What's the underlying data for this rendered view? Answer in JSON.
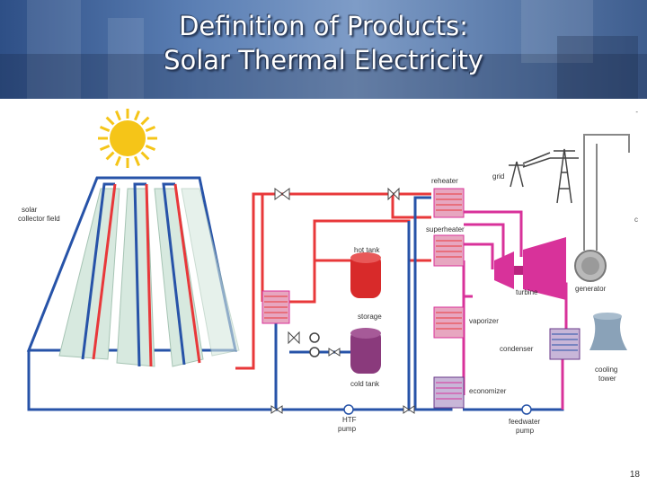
{
  "slide": {
    "title_line1": "Definition of Products:",
    "title_line2": "Solar Thermal Electricity",
    "page_number": "18",
    "edge_marks": [
      "-",
      "c"
    ]
  },
  "diagram": {
    "labels": {
      "collector": "solar\ncollector field",
      "hot_tank": "hot tank",
      "storage": "storage",
      "cold_tank": "cold tank",
      "reheater": "reheater",
      "superheater": "superheater",
      "grid": "grid",
      "turbine": "turbine",
      "generator": "generator",
      "vaporizer": "vaporizer",
      "condenser": "condenser",
      "cooling_tower": "cooling\ntower",
      "economizer": "economizer",
      "htf_pump": "HTF\npump",
      "feedwater_pump": "feedwater\npump"
    },
    "colors": {
      "hot": "#e8383a",
      "cold": "#2753a8",
      "steam": "#d8329a",
      "sun": "#f5c518",
      "mirror": "#d7e9df",
      "cold_tank": "#8a3a7c",
      "hot_tank": "#d82a2a"
    }
  }
}
